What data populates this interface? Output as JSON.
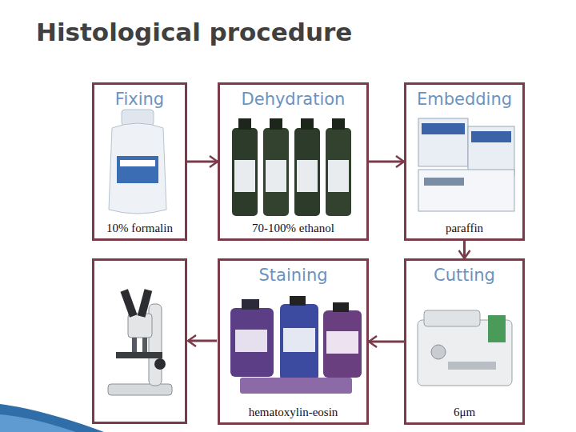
{
  "diagram": {
    "title": "Histological procedure",
    "nodes": [
      {
        "text": [
          "Fixing",
          "10% formalin"
        ]
      },
      {
        "text": [
          "Dehydration",
          "70-100% ethanol"
        ]
      },
      {
        "text": [
          "Embedding",
          "paraffin"
        ]
      },
      {
        "text": [
          "Staining",
          "hematoxylin-eosin"
        ]
      },
      {
        "text": [
          "Cutting",
          "6μm"
        ]
      }
    ],
    "edges": [
      {
        "from": 0,
        "to": 1,
        "arrow": "to"
      },
      {
        "from": 1,
        "to": 2,
        "arrow": "to"
      },
      {
        "from": 2,
        "to": 4,
        "arrow": "to"
      },
      {
        "from": 4,
        "to": 3,
        "arrow": "to"
      }
    ]
  }
}
